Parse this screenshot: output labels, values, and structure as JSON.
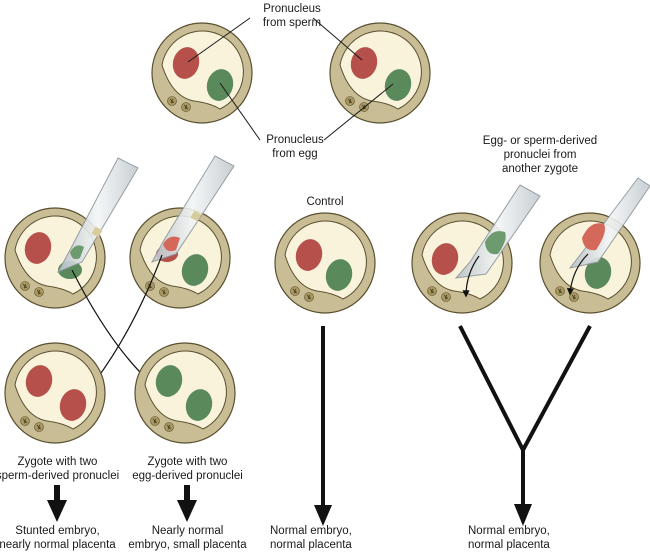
{
  "colors": {
    "zona": "#c9bd95",
    "zona_stroke": "#5a5030",
    "cytoplasm": "#faf3dc",
    "sperm_pronucleus": "#b5504b",
    "egg_pronucleus": "#5a8a5c",
    "polar_body": "#a89860",
    "pipette": "#dde3e6",
    "arrow": "#111111"
  },
  "top_labels": {
    "sperm_label_line1": "Pronucleus",
    "sperm_label_line2": "from sperm",
    "egg_label_line1": "Pronucleus",
    "egg_label_line2": "from egg"
  },
  "control": {
    "title": "Control",
    "outcome_line1": "Normal embryo,",
    "outcome_line2": "normal placenta"
  },
  "swap_other_zygote": {
    "title_line1": "Egg- or sperm-derived",
    "title_line2": "pronuclei from",
    "title_line3": "another zygote",
    "outcome_line1": "Normal embryo,",
    "outcome_line2": "normal placenta"
  },
  "androgenetic": {
    "label_line1": "Zygote with two",
    "label_line2": "sperm-derived pronuclei",
    "outcome_line1": "Stunted embryo,",
    "outcome_line2": "nearly normal placenta"
  },
  "gynogenetic": {
    "label_line1": "Zygote with two",
    "label_line2": "egg-derived pronuclei",
    "outcome_line1": "Nearly normal",
    "outcome_line2": "embryo, small placenta"
  }
}
